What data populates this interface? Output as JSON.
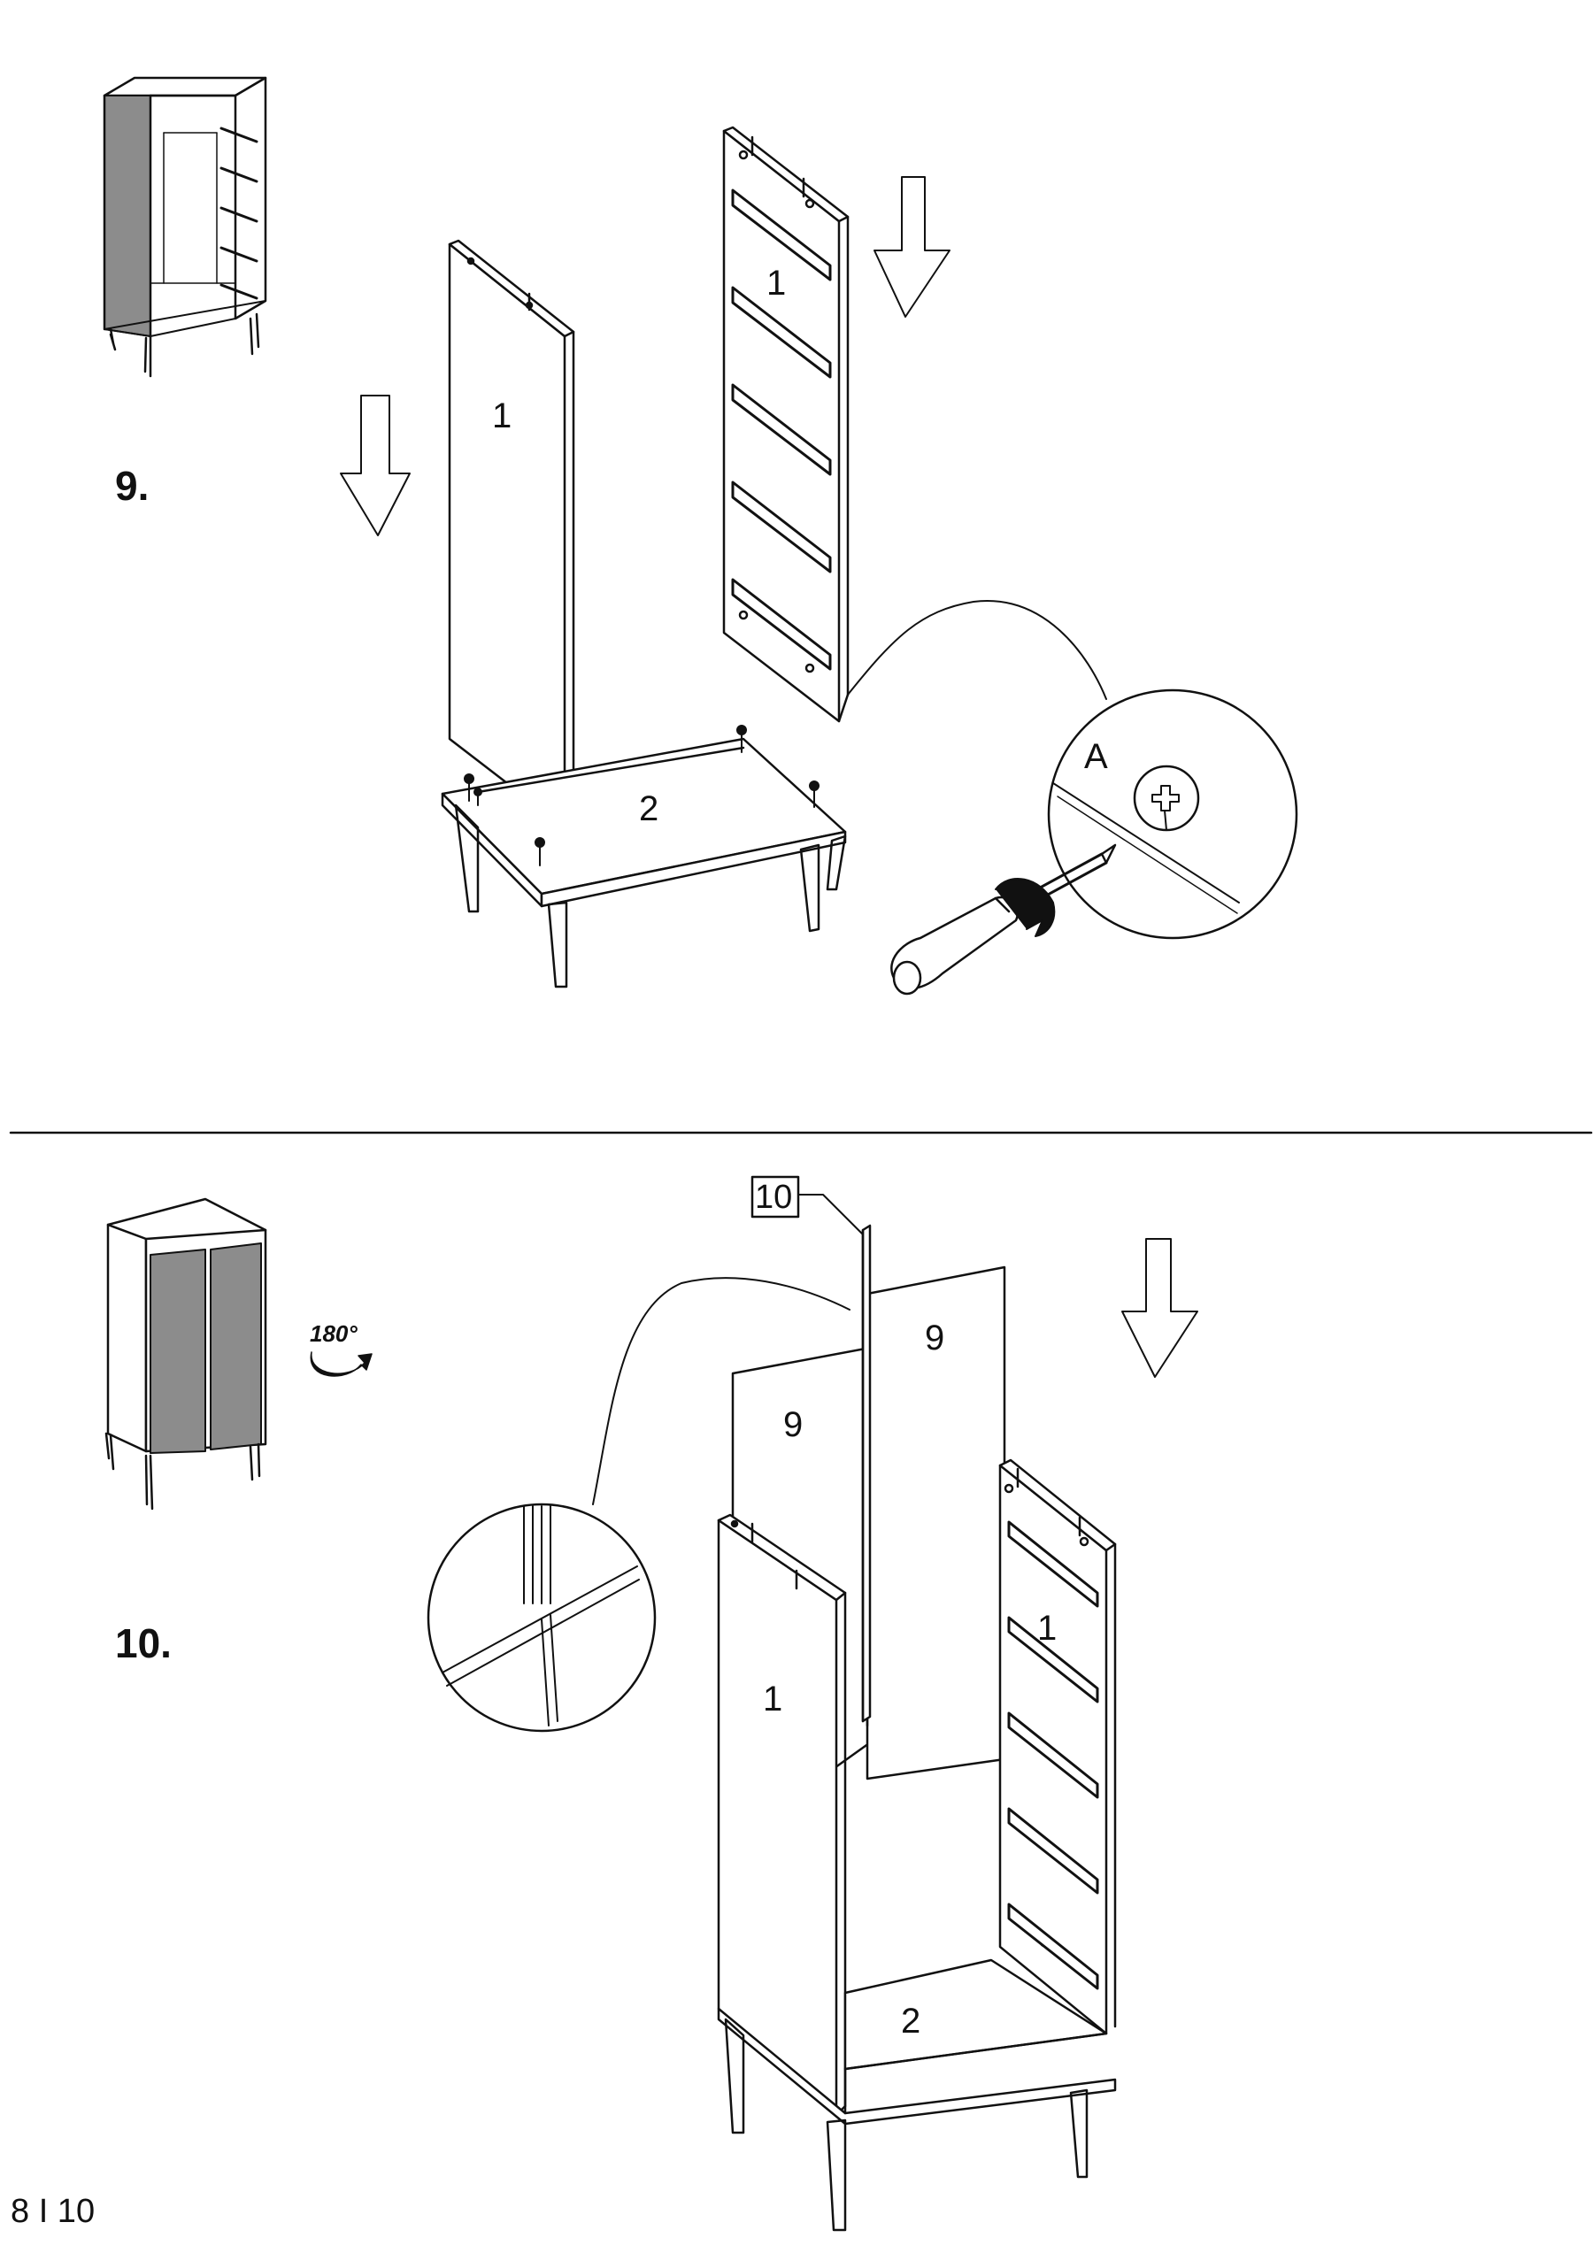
{
  "step9": {
    "number": "9.",
    "panel_left_label": "1",
    "panel_right_label": "1",
    "base_label": "2",
    "detail_label": "A"
  },
  "step10": {
    "number": "10.",
    "rotate_label": "180°",
    "part_ref": "10",
    "back_left_label": "9",
    "back_right_label": "9",
    "side_left_label": "1",
    "side_right_label": "1",
    "base_label": "2"
  },
  "footer": {
    "page_number": "8 I 10"
  },
  "colors": {
    "line": "#111111",
    "door_fill": "#8c8c8c",
    "background": "#ffffff"
  }
}
